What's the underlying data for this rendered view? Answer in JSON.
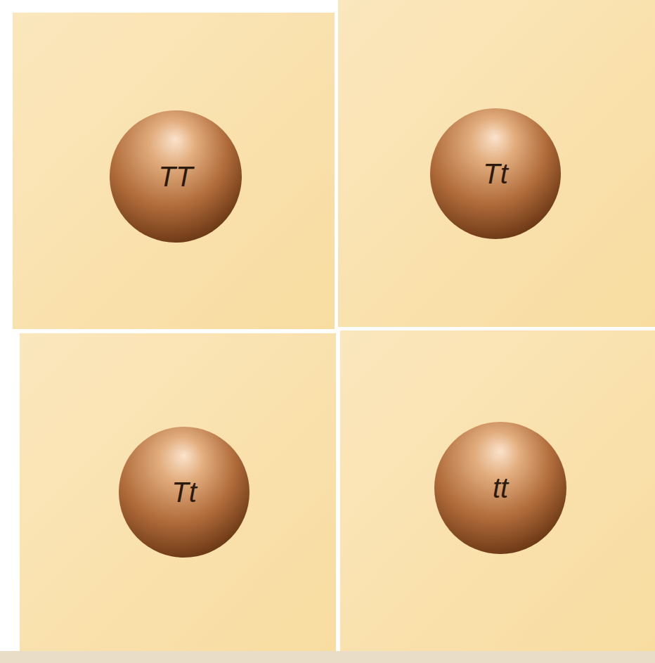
{
  "diagram": {
    "nodes": [
      {
        "text": [
          "TT"
        ]
      },
      {
        "text": [
          "Tt"
        ]
      },
      {
        "text": [
          "Tt"
        ]
      },
      {
        "text": [
          "tt"
        ]
      }
    ]
  }
}
